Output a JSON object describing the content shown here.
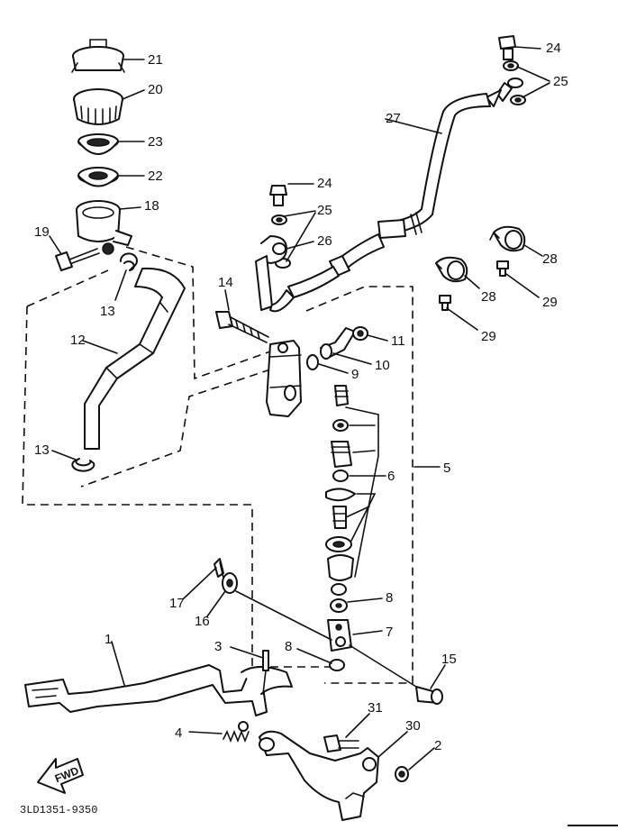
{
  "diagram": {
    "drawing_code": "3LD1351-9350",
    "direction_label": "FWD",
    "part_numbers": [
      "21",
      "20",
      "23",
      "22",
      "18",
      "19",
      "13",
      "12",
      "13",
      "14",
      "24",
      "25",
      "26",
      "27",
      "24",
      "25",
      "28",
      "28",
      "29",
      "29",
      "11",
      "10",
      "9",
      "5",
      "6",
      "8",
      "7",
      "8",
      "17",
      "16",
      "3",
      "1",
      "4",
      "15",
      "31",
      "30",
      "2"
    ]
  }
}
